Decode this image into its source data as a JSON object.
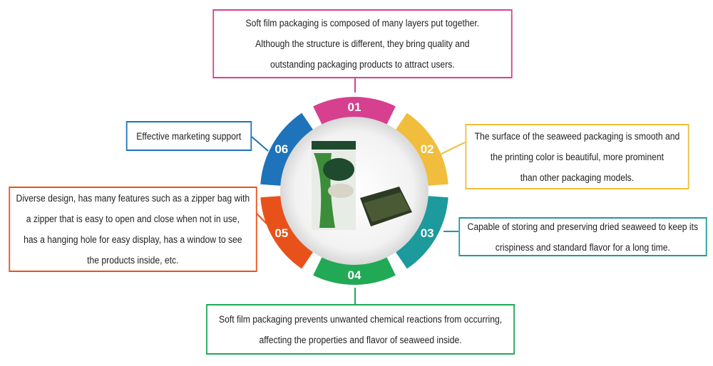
{
  "items": [
    {
      "num": "01",
      "color": "#d6408f",
      "lines": [
        "Soft film packaging is composed of many layers put together.",
        "Although the structure is different, they bring quality and",
        "outstanding packaging products to attract users."
      ]
    },
    {
      "num": "02",
      "color": "#f0be3c",
      "lines": [
        "The surface of the seaweed packaging is smooth and",
        "the printing color is beautiful, more prominent",
        "than other packaging models."
      ]
    },
    {
      "num": "03",
      "color": "#1c9a9c",
      "lines": [
        "Capable of storing and preserving dried seaweed to keep its",
        "crispiness and standard flavor for a long time."
      ]
    },
    {
      "num": "04",
      "color": "#21a956",
      "lines": [
        "Soft film packaging prevents unwanted chemical reactions from occurring,",
        "affecting the properties and flavor of seaweed inside."
      ]
    },
    {
      "num": "05",
      "color": "#e8521a",
      "lines": [
        "Diverse design, has many features such as a zipper bag with",
        "a zipper that is easy to open and close when not in use,",
        "has a hanging hole for easy display, has a window to see",
        "the products inside, etc."
      ]
    },
    {
      "num": "06",
      "color": "#1e73ba",
      "lines": [
        "Effective marketing support"
      ]
    }
  ]
}
